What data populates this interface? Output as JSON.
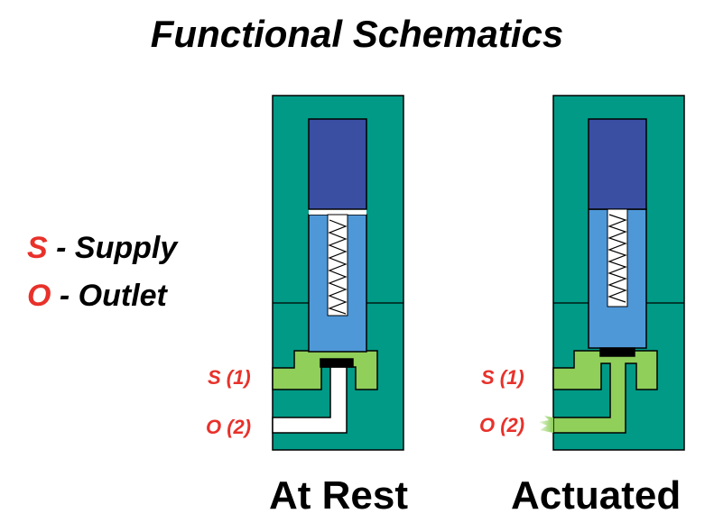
{
  "title": "Functional Schematics",
  "legend": {
    "supply_key": "S",
    "supply_text": " - Supply",
    "outlet_key": "O",
    "outlet_text": " - Outlet"
  },
  "valves": [
    {
      "caption": "At Rest",
      "supply_port": "S (1)",
      "outlet_port": "O (2)"
    },
    {
      "caption": "Actuated",
      "supply_port": "S (1)",
      "outlet_port": "O (2)"
    }
  ],
  "colors": {
    "body": "#009a86",
    "plunger": "#3a4ea2",
    "chamber": "#4f98d8",
    "air": "#8fcf5a",
    "seal": "#000000",
    "label": "#e8312a"
  }
}
